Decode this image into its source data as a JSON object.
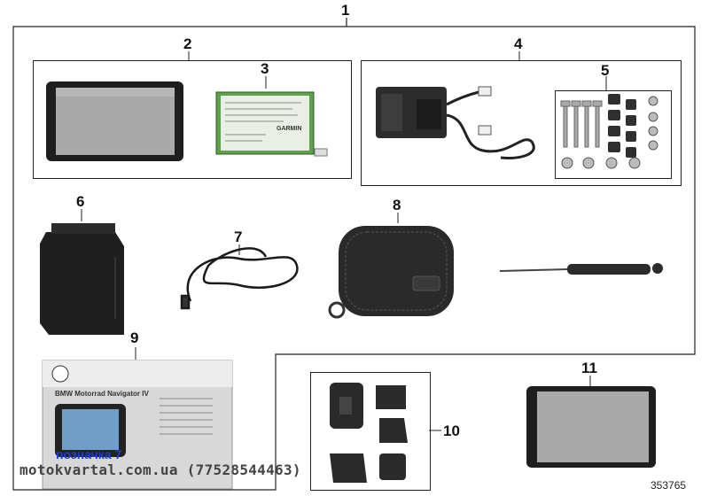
{
  "callouts": {
    "n1": "1",
    "n2": "2",
    "n3": "3",
    "n4": "4",
    "n5": "5",
    "n6": "6",
    "n7": "7",
    "n8": "8",
    "n9": "9",
    "n10": "10",
    "n11": "11"
  },
  "parts": {
    "battery_brand": "GARMIN",
    "manual_title": "BMW Motorrad Navigator IV"
  },
  "watermark": {
    "line1": "позначка 7",
    "line2": "motokvartal.com.ua (77528544463)"
  },
  "figure_number": "353765",
  "colors": {
    "line": "#222222",
    "watermark_blue": "#1b3fd6",
    "watermark_gray": "#444444"
  }
}
